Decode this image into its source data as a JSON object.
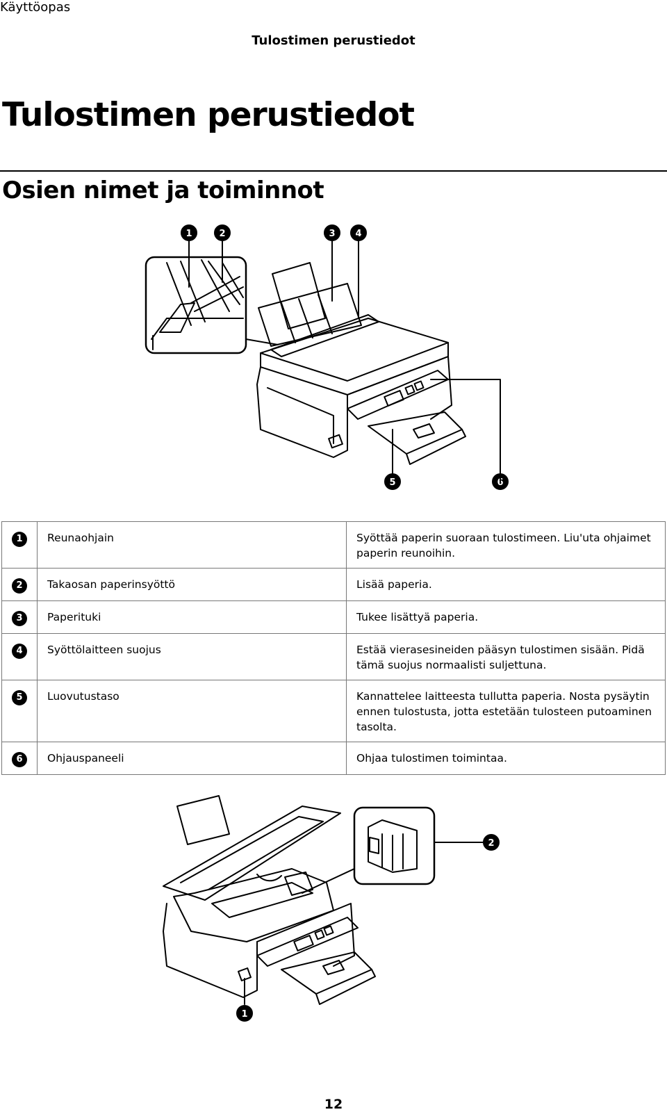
{
  "header": {
    "running_title": "Käyttöopas",
    "chapter_title": "Tulostimen perustiedot"
  },
  "title": "Tulostimen perustiedot",
  "subtitle": "Osien nimet ja toiminnot",
  "figure1": {
    "callouts": [
      "1",
      "2",
      "3",
      "4",
      "5",
      "6"
    ]
  },
  "parts": [
    {
      "num": "1",
      "name": "Reunaohjain",
      "desc": "Syöttää paperin suoraan tulostimeen. Liu'uta ohjaimet paperin reunoihin."
    },
    {
      "num": "2",
      "name": "Takaosan paperinsyöttö",
      "desc": "Lisää paperia."
    },
    {
      "num": "3",
      "name": "Paperituki",
      "desc": "Tukee lisättyä paperia."
    },
    {
      "num": "4",
      "name": "Syöttölaitteen suojus",
      "desc": "Estää vierasesineiden pääsyn tulostimen sisään. Pidä tämä suojus normaalisti suljettuna."
    },
    {
      "num": "5",
      "name": "Luovutustaso",
      "desc": "Kannattelee laitteesta tullutta paperia. Nosta pysäytin ennen tulostusta, jotta estetään tulosteen putoaminen tasolta."
    },
    {
      "num": "6",
      "name": "Ohjauspaneeli",
      "desc": "Ohjaa tulostimen toimintaa."
    }
  ],
  "figure2": {
    "callouts": [
      "2",
      "1"
    ]
  },
  "page_number": "12"
}
